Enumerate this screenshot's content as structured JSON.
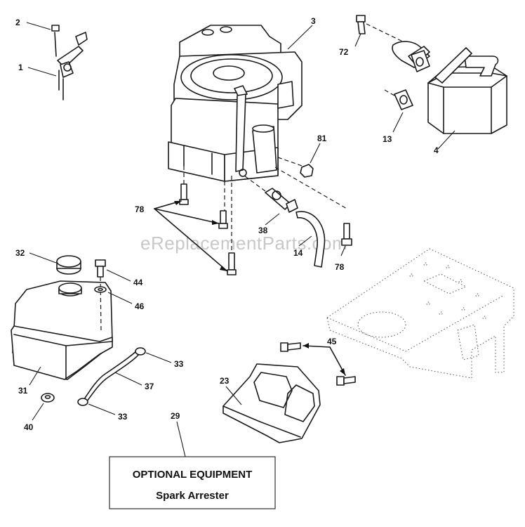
{
  "watermark": "eReplacementParts.com",
  "callouts": {
    "c1": "1",
    "c2": "2",
    "c3": "3",
    "c4": "4",
    "c13": "13",
    "c14": "14",
    "c23": "23",
    "c29": "29",
    "c31": "31",
    "c32": "32",
    "c33a": "33",
    "c33b": "33",
    "c37": "37",
    "c38": "38",
    "c40": "40",
    "c44": "44",
    "c45": "45",
    "c46": "46",
    "c72": "72",
    "c78a": "78",
    "c78b": "78",
    "c81": "81"
  },
  "optional_box": {
    "title": "OPTIONAL EQUIPMENT",
    "subtitle": "Spark Arrester"
  }
}
